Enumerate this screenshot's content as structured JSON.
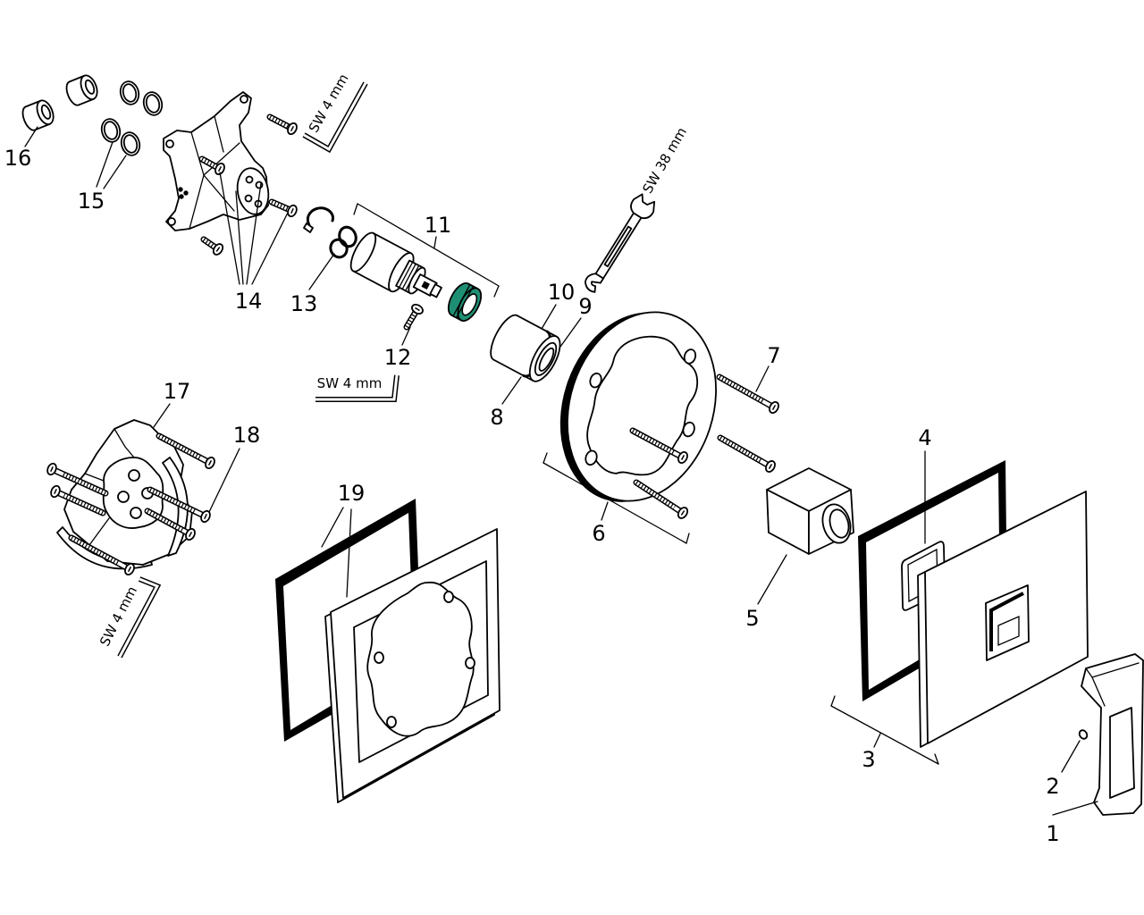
{
  "callouts": {
    "c1": "1",
    "c2": "2",
    "c3": "3",
    "c4": "4",
    "c5": "5",
    "c6": "6",
    "c7": "7",
    "c8": "8",
    "c9": "9",
    "c10": "10",
    "c11": "11",
    "c12": "12",
    "c13": "13",
    "c14": "14",
    "c15": "15",
    "c16": "16",
    "c17": "17",
    "c18": "18",
    "c19": "19"
  },
  "tools": {
    "sw4_top": "SW 4 mm",
    "sw38": "SW 38 mm",
    "sw4_mid": "SW 4 mm",
    "sw4_left": "SW 4 mm"
  },
  "colors": {
    "line": "#000000",
    "cartridge_ring": "#1f8f74",
    "background": "#ffffff"
  }
}
